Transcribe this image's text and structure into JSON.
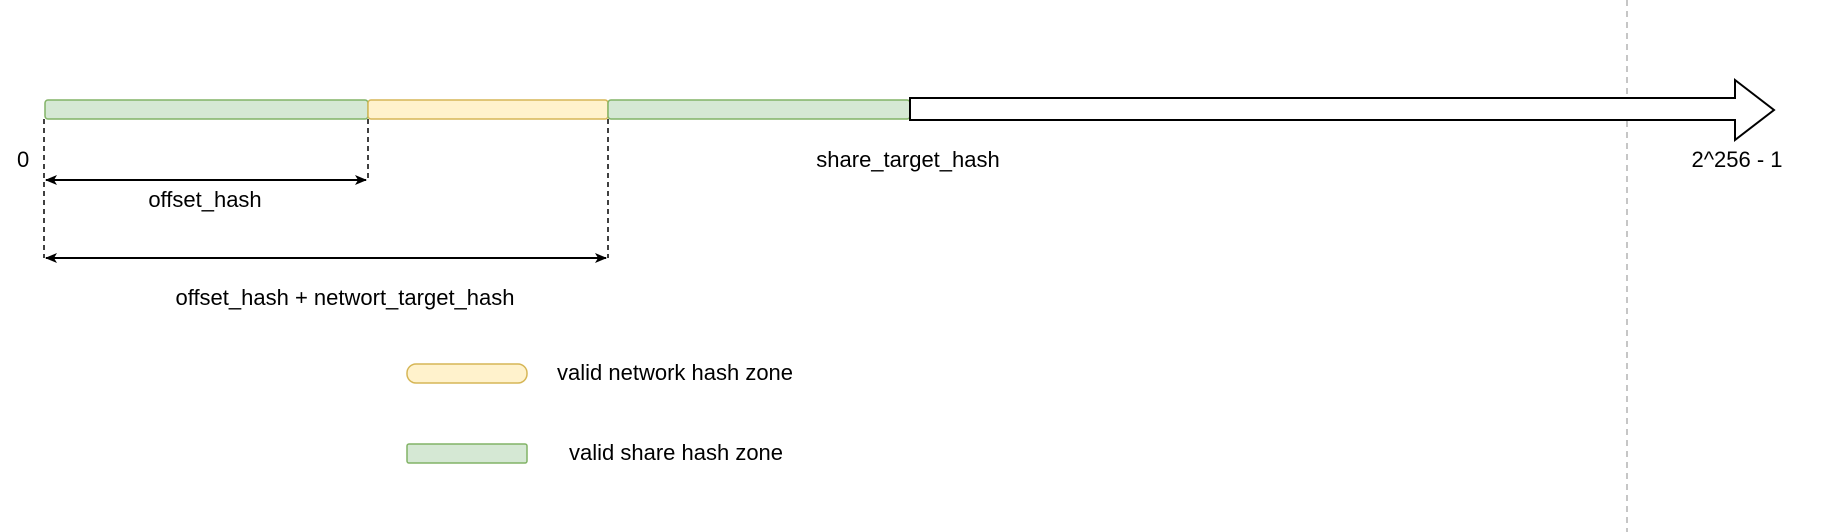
{
  "diagram": {
    "labels": {
      "zero": "0",
      "max": "2^256 - 1",
      "share_target": "share_target_hash",
      "offset": "offset_hash",
      "offset_plus_network": "offset_hash + networt_target_hash"
    },
    "legend": {
      "network_zone": "valid network hash zone",
      "share_zone": "valid share hash zone"
    },
    "colors": {
      "share_zone_fill": "#d5e8d4",
      "share_zone_stroke": "#82b366",
      "network_zone_fill": "#fff2cc",
      "network_zone_stroke": "#d6b656",
      "divider": "#b3b3b3",
      "line": "#000000"
    }
  }
}
